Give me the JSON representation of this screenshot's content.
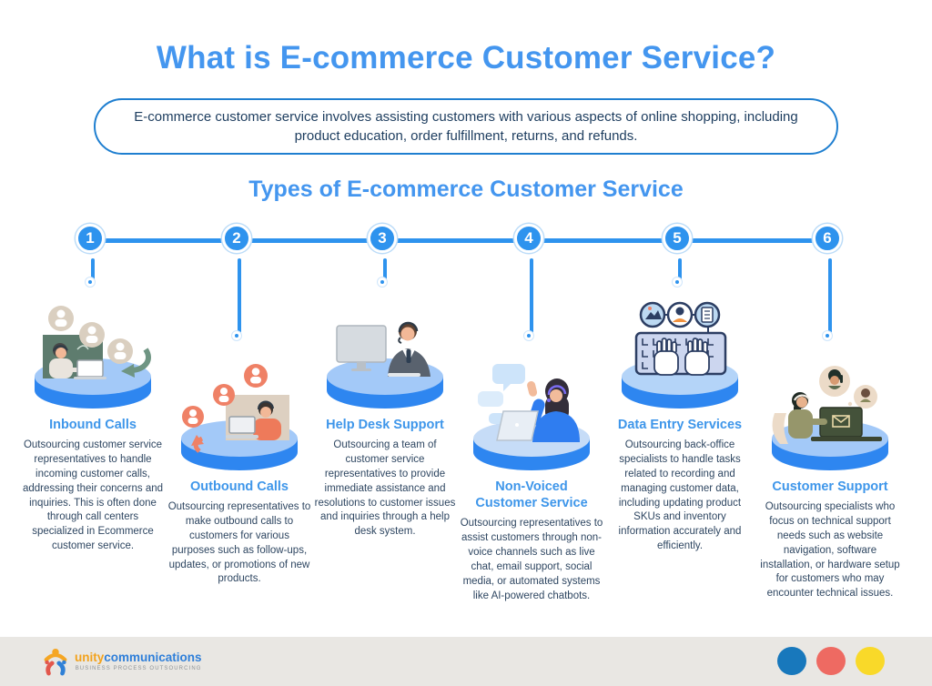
{
  "title": "What is E-commerce Customer Service?",
  "description": "E-commerce customer service involves assisting customers with various aspects of online shopping, including product education, order fulfillment, returns, and refunds.",
  "subtitle": "Types of E-commerce Customer Service",
  "colors": {
    "accent_blue": "#4496ef",
    "timeline_blue": "#2e93ee",
    "heading_blue": "#3e96ea",
    "body_text": "#2e4661",
    "box_border": "#1f7fd0",
    "footer_bg": "#e9e7e3",
    "platform_top": "#a3c9f8",
    "platform_side": "#2e86f0"
  },
  "items": [
    {
      "number": "1",
      "heading": "Inbound Calls",
      "body": "Outsourcing customer service representatives to handle incoming customer calls, addressing their concerns and inquiries. This is often done through call centers specialized in Ecommerce customer service.",
      "illustration": "agent-with-incoming-customer-avatars"
    },
    {
      "number": "2",
      "heading": "Outbound Calls",
      "body": "Outsourcing representatives to make outbound calls to customers for various purposes such as follow-ups, updates, or promotions of new products.",
      "illustration": "agent-calling-out-to-customer-avatars"
    },
    {
      "number": "3",
      "heading": "Help Desk Support",
      "body": "Outsourcing a team of customer service representatives to provide immediate assistance and resolutions to customer issues and inquiries through a help desk system.",
      "illustration": "suited-agent-with-headset-at-monitor"
    },
    {
      "number": "4",
      "heading": "Non-Voiced Customer Service",
      "body": "Outsourcing representatives to assist customers through non-voice channels such as live chat, email support, social media, or automated systems like AI-powered chatbots.",
      "illustration": "agent-with-chat-bubbles-and-laptop"
    },
    {
      "number": "5",
      "heading": "Data Entry Services",
      "body": "Outsourcing back-office specialists to handle tasks related to recording and managing customer data, including updating product SKUs and inventory information accurately and efficiently.",
      "illustration": "hands-typing-on-keyboard-with-data-icons"
    },
    {
      "number": "6",
      "heading": "Customer Support",
      "body": "Outsourcing specialists who focus on technical support needs such as website navigation, software installation, or hardware setup for customers who may encounter technical issues.",
      "illustration": "support-agent-helping-customers-on-calls"
    }
  ],
  "footer": {
    "logo_text_1": "unity",
    "logo_text_2": "communications",
    "logo_tagline": "BUSINESS PROCESS OUTSOURCING",
    "dots": [
      "#1878bc",
      "#ee6a62",
      "#f9d929"
    ]
  }
}
